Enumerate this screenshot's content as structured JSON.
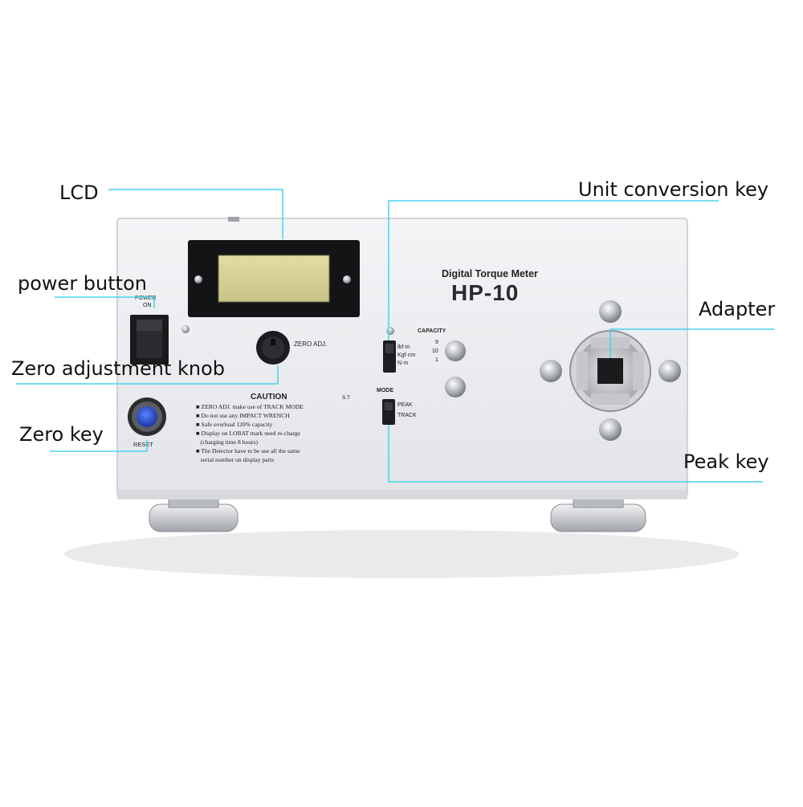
{
  "callouts": {
    "lcd": "LCD",
    "power_button": "power button",
    "zero_adjustment_knob": "Zero adjustment knob",
    "zero_key": "Zero key",
    "unit_conversion_key": "Unit conversion key",
    "adapter": "Adapter",
    "peak_key": "Peak key"
  },
  "device": {
    "brand_line": "Digital Torque Meter",
    "model": "HP-10",
    "power_label_line1": "POWER",
    "power_label_line2": "ON",
    "zero_adj_label": "ZERO ADJ.",
    "reset_label": "RESET",
    "capacity_label": "CAPACITY",
    "units": [
      "lbf·in",
      "Kgf·cm",
      "N·m"
    ],
    "capacity_values": [
      "9",
      "10",
      "1"
    ],
    "mode_label": "MODE",
    "mode_options": [
      "PEAK",
      "TRACK"
    ],
    "caution_title": "CAUTION",
    "caution_code": "S.T",
    "caution_lines": [
      "■ ZERO ADJ. make use of TRACK MODE",
      "■ Do not use any IMPACT WRENCH",
      "■ Safe overload 120% capacity",
      "■ Display on LOBAT mark need re-charge",
      "   (charging time 8 hours)",
      "■ The Detector have to be use all the same",
      "   serial number on display parts"
    ]
  },
  "colors": {
    "leader_line": "#48d4ec",
    "panel": "#eceef1",
    "lcd_screen": "#d8d39a",
    "reset_button": "#2a4fd0"
  }
}
